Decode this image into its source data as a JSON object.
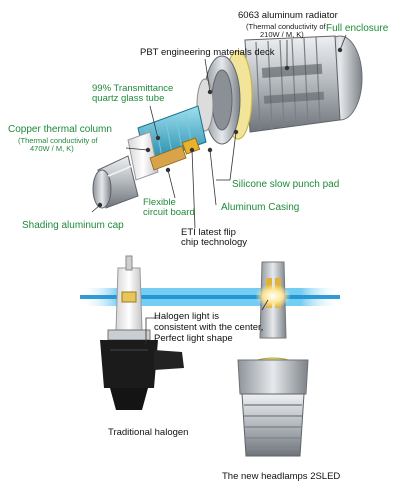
{
  "labels": {
    "radiator": "6063 aluminum radiator",
    "radiator_note_1": "(Thermal conductivity of",
    "radiator_note_2": "210W / M, K)",
    "enclosure": "Full enclosure",
    "pbt": "PBT engineering materials deck",
    "quartz_1": "99% Transmittance",
    "quartz_2": "quartz glass tube",
    "copper_1": "Copper thermal column",
    "copper_note_1": "(Thermal conductivity of",
    "copper_note_2": "470W / M, K)",
    "silicone": "Silicone slow punch pad",
    "circuit_1": "Flexible",
    "circuit_2": "circuit board",
    "casing": "Aluminum Casing",
    "shading": "Shading aluminum cap",
    "eti_1": "ETI latest flip",
    "eti_2": "chip technology"
  },
  "comparison": {
    "callout_1": "Halogen light is",
    "callout_2": "consistent with the center,",
    "callout_3": "Perfect light shape",
    "halogen_caption": "Traditional halogen",
    "led_caption": "The new headlamps 2SLED"
  },
  "colors": {
    "label_green": "#1f8a3a",
    "beam_blue": "#2a9fd6",
    "copper_blue": "#3ab0cf",
    "aluminum": "#b8bcc0"
  }
}
